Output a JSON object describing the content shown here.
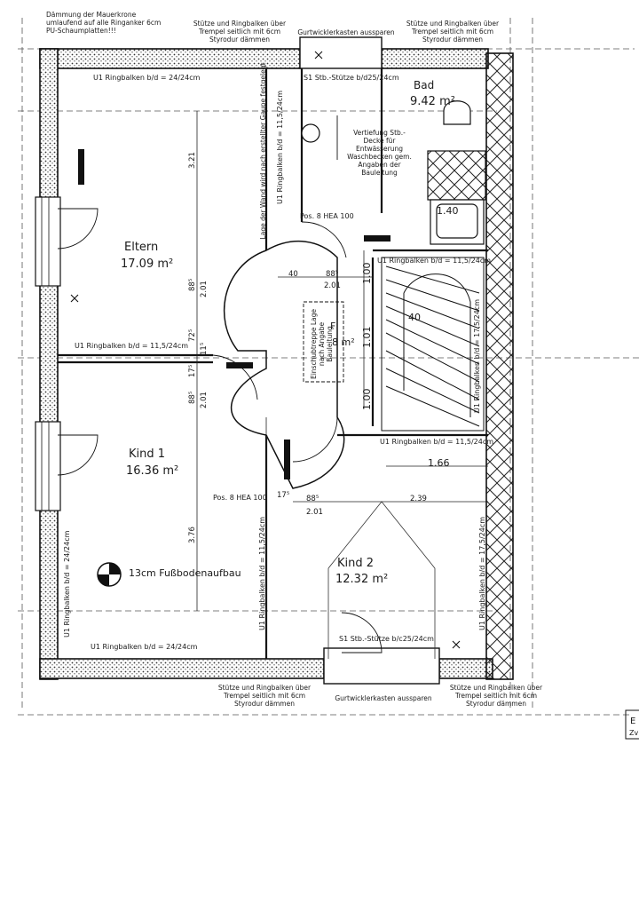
{
  "notes": {
    "daemmung": "Dämmung der Mauerkrone umlaufend auf alle Ringanker 6cm PU-Schaumplatten!!!",
    "stuetze_top_left": "Stütze und Ringbalken über Trempel seitlich mit 6cm Styrodur dämmen",
    "gurt_top": "Gurtwicklerkasten aussparen",
    "stuetze_top_right": "Stütze und Ringbalken über Trempel seitlich mit 6cm Styrodur dämmen",
    "stuetze_bottom_left": "Stütze und Ringbalken über Trempel seitlich mit 6cm Styrodur dämmen",
    "gurt_bottom": "Gurtwicklerkasten aussparen",
    "stuetze_bottom_right": "Stütze und Ringbalken über Trempel seitlich mit 6cm Styrodur dämmen",
    "vertiefung": "Vertiefung Stb.-Decke für Entwässerung Waschbecken gem. Angaben der Bauleitung",
    "lage_wand": "Lage der Wand wird nach erstellter Gaupe festgelegt",
    "einschub": "Einschubtreppe Lage nach Angabe Bauleitung",
    "fussboden": "13cm Fußbodenaufbau"
  },
  "rooms": {
    "eltern": {
      "name": "Eltern",
      "area": "17.09 m²"
    },
    "kind1": {
      "name": "Kind 1",
      "area": "16.36 m²"
    },
    "kind2": {
      "name": "Kind 2",
      "area": "12.32 m²"
    },
    "bad": {
      "name": "Bad",
      "area": "9.42 m²"
    },
    "flur": {
      "name": "Fl",
      "area": "8 m²"
    }
  },
  "beams": {
    "top_left": "U1 Ringbalken b/d = 24/24cm",
    "top_s1": "S1 Stb.-Stütze b/d25/24cm",
    "mid_left": "U1 Ringbalken b/d = 11,5/24cm",
    "stair_top": "U1 Ringbalken b/d = 11,5/24cm",
    "stair_bottom": "U1 Ringbalken b/d = 11,5/24cm",
    "bottom_left": "U1 Ringbalken b/d = 24/24cm",
    "bottom_s1": "S1 Stb.-Stütze b/c25/24cm",
    "vert_left": "U1 Ringbalken b/d = 24/24cm",
    "vert_mid_top": "U1 Ringbalken b/d = 11,5/24cm",
    "vert_mid_bottom": "U1 Ringbalken b/d = 11,5/24cm",
    "vert_right_top": "U1 Ringbalken b/d = 17,5/24cm",
    "vert_right_bottom": "U1 Ringbalken b/d = 17,5/24cm",
    "hea_top": "Pos. 8 HEA 100",
    "hea_mid": "Pos. 8 HEA 100"
  },
  "dims": {
    "d321": "3.21",
    "d88_a": "88⁵",
    "d201_a": "2.01",
    "d72": "72⁵",
    "d11": "11⁵",
    "d17_a": "17⁵",
    "d88_b": "88⁵",
    "d201_b": "2.01",
    "d376": "3.76",
    "d40_a": "40",
    "d88_c": "88⁵",
    "d201_c": "2.01",
    "d100_a": "1.00",
    "d101": "1.01",
    "d100_b": "1.00",
    "d40_b": "40",
    "d140": "1.40",
    "d166": "1.66",
    "d17_b": "17⁵",
    "d88_d": "88⁵",
    "d201_d": "2.01",
    "d239": "2.39"
  },
  "margin": {
    "e": "E",
    "zv": "Zv"
  }
}
